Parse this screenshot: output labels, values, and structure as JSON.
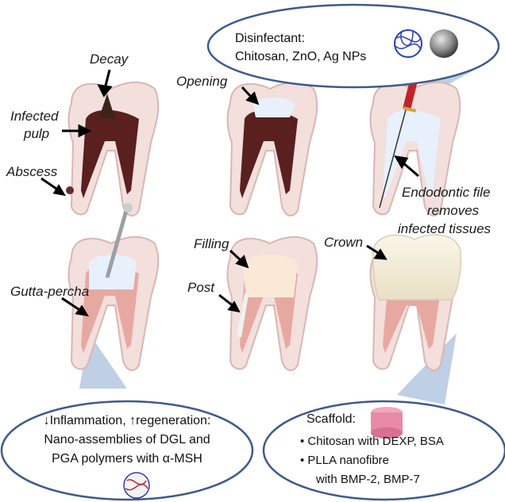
{
  "labels": {
    "decay": "Decay",
    "infected_pulp_1": "Infected",
    "infected_pulp_2": "pulp",
    "abscess": "Abscess",
    "opening": "Opening",
    "endo_file_1": "Endodontic file",
    "endo_file_2": "removes",
    "endo_file_3": "infected tissues",
    "gutta_percha": "Gutta-percha",
    "filling": "Filling",
    "post": "Post",
    "crown": "Crown"
  },
  "disinfectant_bubble": {
    "title": "Disinfectant:",
    "items": "Chitosan, ZnO, Ag NPs"
  },
  "inflammation_bubble": {
    "line1": "↓Inflammation, ↑regeneration:",
    "line2": "Nano-assemblies of DGL and",
    "line3": "PGA polymers with α-MSH"
  },
  "scaffold_bubble": {
    "title": "Scaffold:",
    "item1": "• Chitosan with DEXP, BSA",
    "item2": "• PLLA nanofibre",
    "item3": "with BMP-2, BMP-7"
  },
  "colors": {
    "enamel": "#f3dfdc",
    "gum_pink": "#e8a8a2",
    "pulp_dark": "#5a1f1f",
    "bubble_stroke": "#3d5a8c",
    "callout": "#a9bfdc"
  }
}
